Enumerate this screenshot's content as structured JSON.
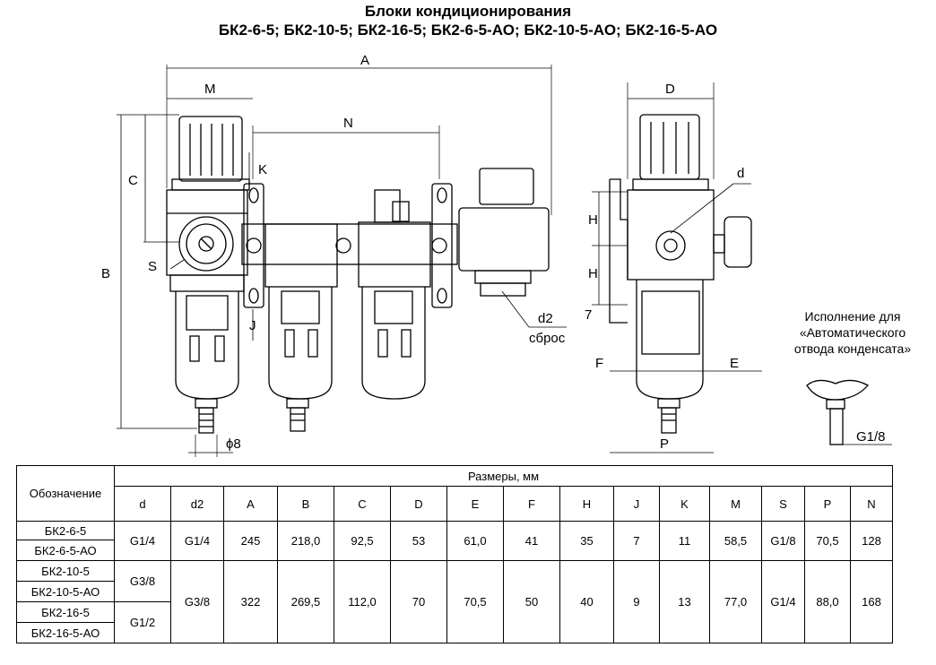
{
  "title": {
    "line1": "Блоки кондиционирования",
    "line2": "БК2-6-5; БК2-10-5; БК2-16-5; БК2-6-5-АО; БК2-10-5-АО; БК2-16-5-АО"
  },
  "drawing": {
    "dim_labels": {
      "A": "A",
      "M": "M",
      "N": "N",
      "K": "K",
      "C": "C",
      "B": "B",
      "S": "S",
      "J": "J",
      "phi8": "ϕ8",
      "d2": "d2",
      "sbros": "сброс",
      "D": "D",
      "d": "d",
      "H1": "H",
      "H2": "H",
      "seven": "7",
      "F": "F",
      "E": "E",
      "P": "P",
      "G18": "G1/8"
    },
    "variant_note": [
      "Исполнение для",
      "«Автоматического",
      "отвода конденсата»"
    ]
  },
  "table": {
    "designation_header": "Обозначение",
    "sizes_header": "Размеры, мм",
    "columns": [
      "d",
      "d2",
      "A",
      "B",
      "C",
      "D",
      "E",
      "F",
      "H",
      "J",
      "K",
      "M",
      "S",
      "P",
      "N"
    ],
    "designations": [
      "БК2-6-5",
      "БК2-6-5-АО",
      "БК2-10-5",
      "БК2-10-5-АО",
      "БК2-16-5",
      "БК2-16-5-АО"
    ],
    "group1": {
      "d": "G1/4",
      "d2": "G1/4",
      "A": "245",
      "B": "218,0",
      "C": "92,5",
      "D": "53",
      "E": "61,0",
      "F": "41",
      "H": "35",
      "J": "7",
      "K": "11",
      "M": "58,5",
      "S": "G1/8",
      "P": "70,5",
      "N": "128"
    },
    "group2": {
      "d_a": "G3/8",
      "d_b": "G1/2",
      "d2": "G3/8",
      "A": "322",
      "B": "269,5",
      "C": "112,0",
      "D": "70",
      "E": "70,5",
      "F": "50",
      "H": "40",
      "J": "9",
      "K": "13",
      "M": "77,0",
      "S": "G1/4",
      "P": "88,0",
      "N": "168"
    }
  }
}
